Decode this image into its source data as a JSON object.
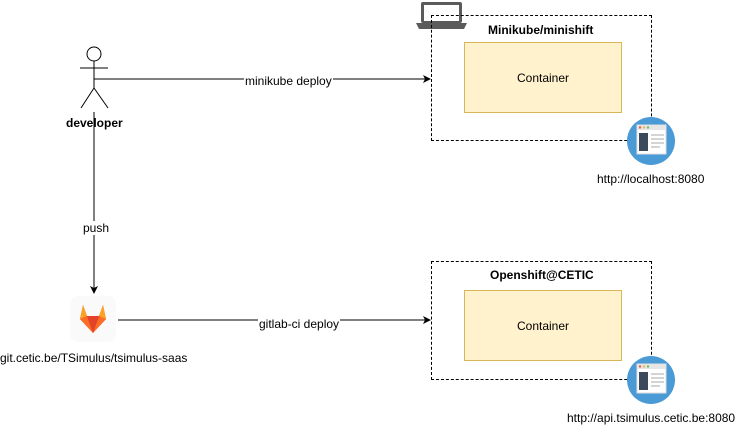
{
  "actor": {
    "label": "developer"
  },
  "edges": {
    "deploy_local": "minikube deploy",
    "push": "push",
    "deploy_ci": "gitlab-ci deploy"
  },
  "gitlab": {
    "label": "git.cetic.be/TSimulus/tsimulus-saas",
    "icon": "gitlab-fox-icon"
  },
  "local_cluster": {
    "title": "Minikube/minishift",
    "container_label": "Container",
    "url": "http://localhost:8080",
    "icons": [
      "laptop-icon",
      "web-page-icon"
    ]
  },
  "remote_cluster": {
    "title": "Openshift@CETIC",
    "container_label": "Container",
    "url": "http://api.tsimulus.cetic.be:8080",
    "icons": [
      "web-page-icon"
    ]
  },
  "colors": {
    "container_fill": "#fff2cc",
    "container_border": "#d6b656",
    "gitlab_orange": "#e24329",
    "webpage_circle": "#4a9ad6"
  }
}
